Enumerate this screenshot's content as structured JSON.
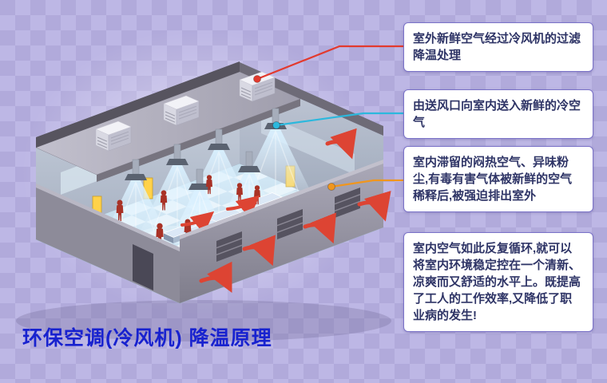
{
  "title": {
    "text": "环保空调(冷风机) 降温原理",
    "color": "#1822cf"
  },
  "callouts": [
    {
      "text": "室外新鲜空气经过冷风机的过滤降温处理",
      "line_color": "#e23a2e"
    },
    {
      "text": "由送风口向室内送入新鲜的冷空气",
      "line_color": "#2cb8dd"
    },
    {
      "text": "室内滞留的闷热空气、异味粉尘,有毒有害气体被新鲜的空气稀释后,被强迫排出室外",
      "line_color": "#f0961e"
    },
    {
      "text": "室内空气如此反复循环,就可以将室内环境稳定控在一个清新、凉爽而又舒适的水平上。既提高了工人的工作效率,又降低了职业病的发生!",
      "line_color": ""
    }
  ],
  "illustration": {
    "subject": "evaporative-cooling-factory-cutaway",
    "colors": {
      "background": "#b6b0de",
      "callout_border": "#7a72c8",
      "callout_text": "#2e3466",
      "building_gray": "#9b99a8",
      "air_cone_blue": "#cfe7f6",
      "exhaust_arrow_red": "#dd4433",
      "worker_red": "#a93226",
      "machine_yellow": "#ffd24a"
    }
  }
}
